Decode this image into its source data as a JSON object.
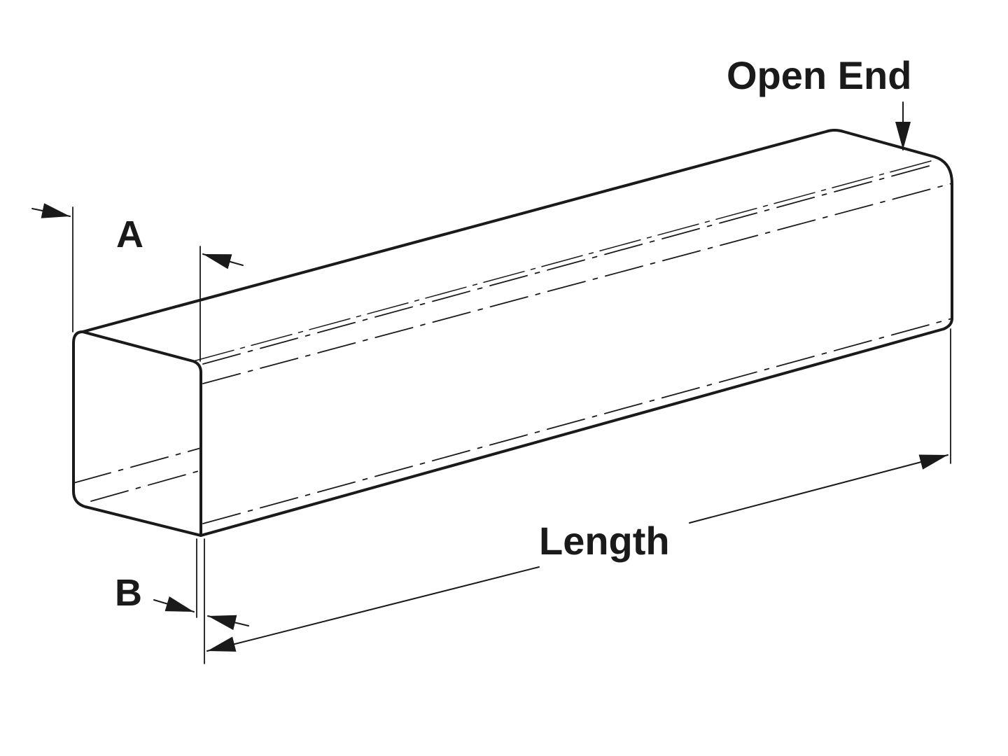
{
  "labels": {
    "open_end": "Open End",
    "a": "A",
    "b": "B",
    "length": "Length"
  },
  "colors": {
    "line": "#1a1a1a",
    "background": "#ffffff"
  }
}
